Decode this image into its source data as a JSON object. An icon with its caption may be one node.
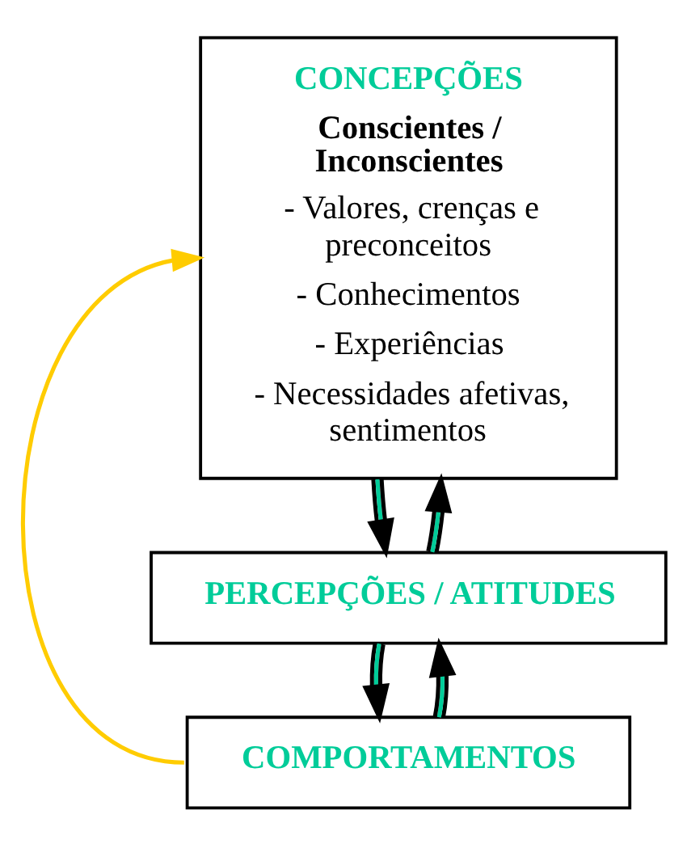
{
  "diagram": {
    "nodes": [
      {
        "text": [
          "CONCEPÇÕES",
          "Conscientes / Inconscientes",
          "- Valores, crenças e preconceitos",
          "- Conhecimentos",
          "- Experiências",
          "- Necessidades afetivas, sentimentos"
        ]
      },
      {
        "text": [
          "PERCEPÇÕES / ATITUDES"
        ]
      },
      {
        "text": [
          "COMPORTAMENTOS"
        ]
      }
    ],
    "edges": [
      {
        "from": 0,
        "to": 1,
        "arrow": "to"
      },
      {
        "from": 1,
        "to": 0,
        "arrow": "to"
      },
      {
        "from": 1,
        "to": 2,
        "arrow": "to"
      },
      {
        "from": 2,
        "to": 1,
        "arrow": "to"
      },
      {
        "from": 2,
        "to": 0,
        "arrow": "to",
        "color": "#ffcc00"
      }
    ]
  }
}
